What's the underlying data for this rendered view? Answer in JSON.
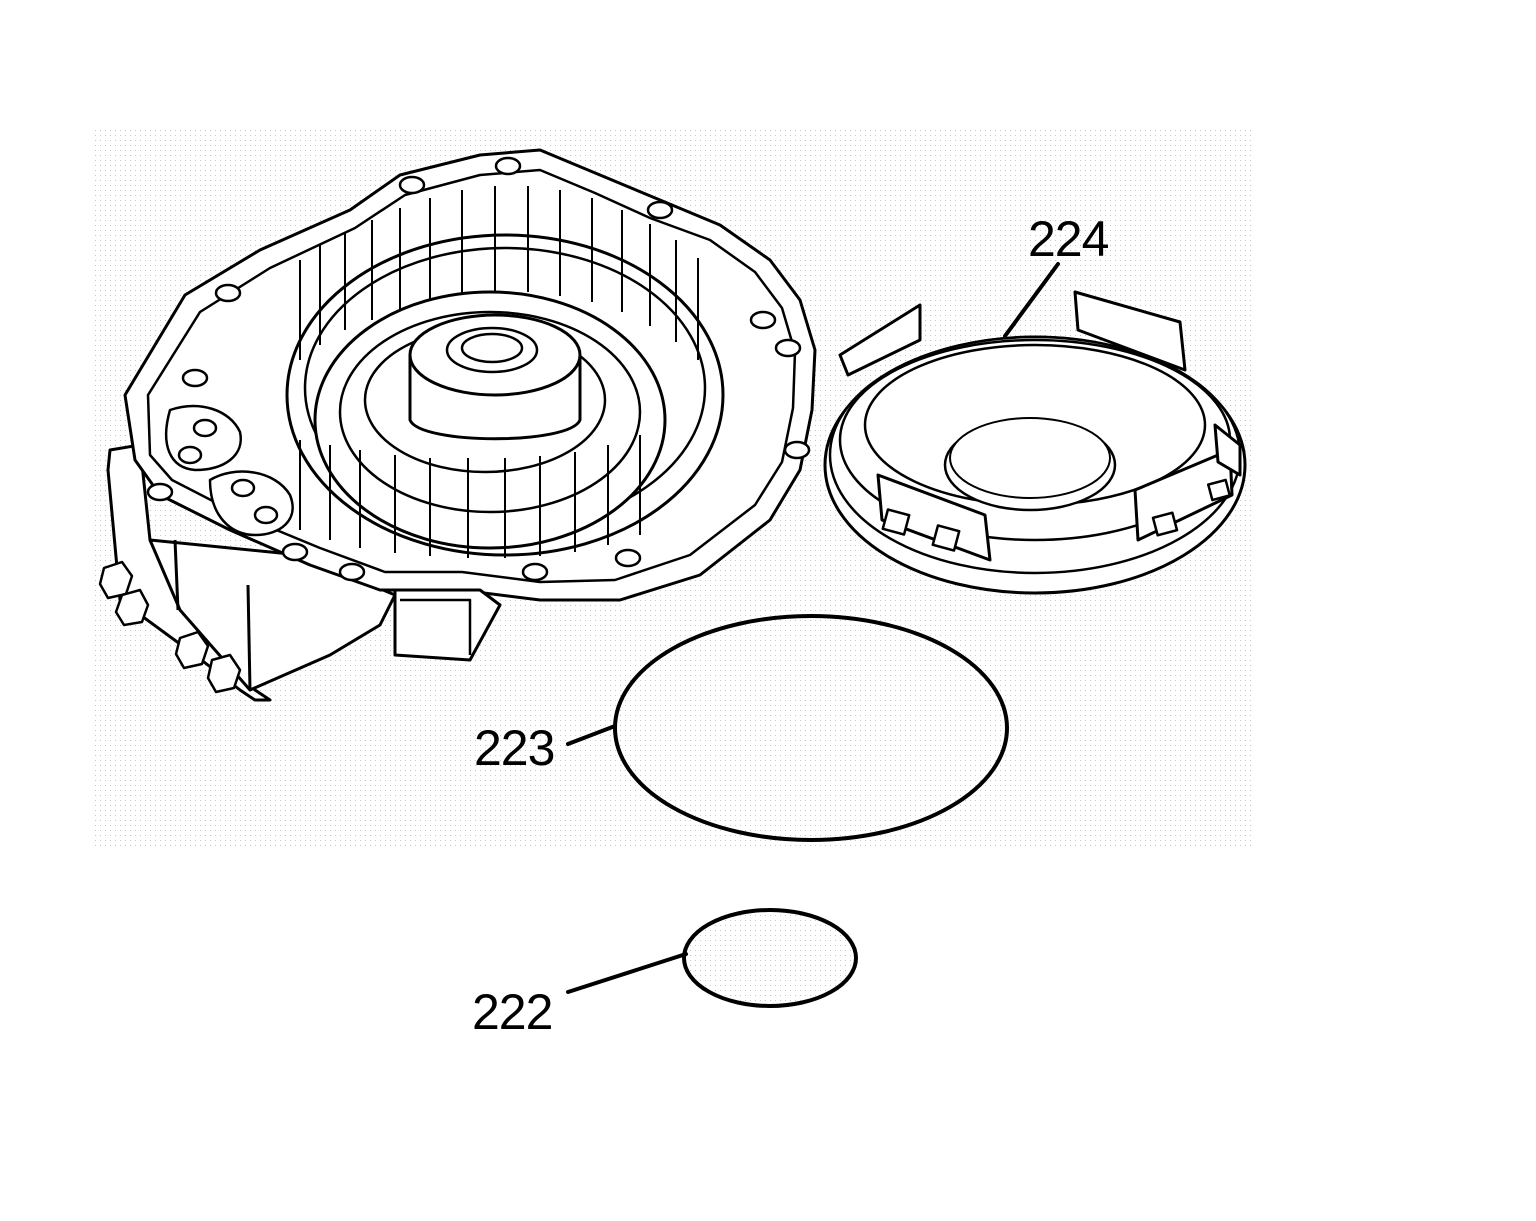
{
  "callouts": [
    {
      "id": "224",
      "label": "224"
    },
    {
      "id": "223",
      "label": "223"
    },
    {
      "id": "222",
      "label": "222"
    }
  ],
  "colors": {
    "line": "#000000",
    "background": "#ffffff",
    "stipple": "#bdbdbd"
  }
}
